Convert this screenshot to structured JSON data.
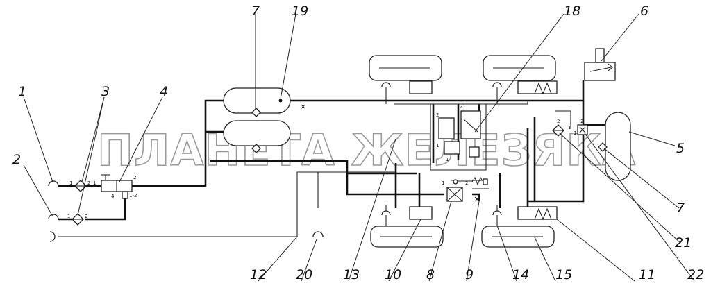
{
  "watermark": "ПЛАНЕТА ЖЕЛЕЗЯКА",
  "callouts": [
    "1",
    "2",
    "3",
    "4",
    "5",
    "6",
    "7",
    "19",
    "18",
    "7",
    "21",
    "22",
    "11",
    "15",
    "14",
    "9",
    "8",
    "10",
    "13",
    "20",
    "12"
  ],
  "ports": {
    "filter_top_a": "1",
    "filter_top_b": "2",
    "filter_bot_a": "1",
    "filter_bot_b": "2",
    "valve4_in": "1",
    "valve4_out": "2",
    "valve4_ctrl": "4",
    "valve4_aux": "1-2",
    "valve8_in": "1",
    "valve8_out": "2",
    "valve21_in": "1",
    "valve21_out": "2",
    "valve22_in": "1",
    "valve22_out": "2",
    "block18_a": "2",
    "block18_b": "2",
    "block18_c": "1",
    "block18_d": "1"
  }
}
